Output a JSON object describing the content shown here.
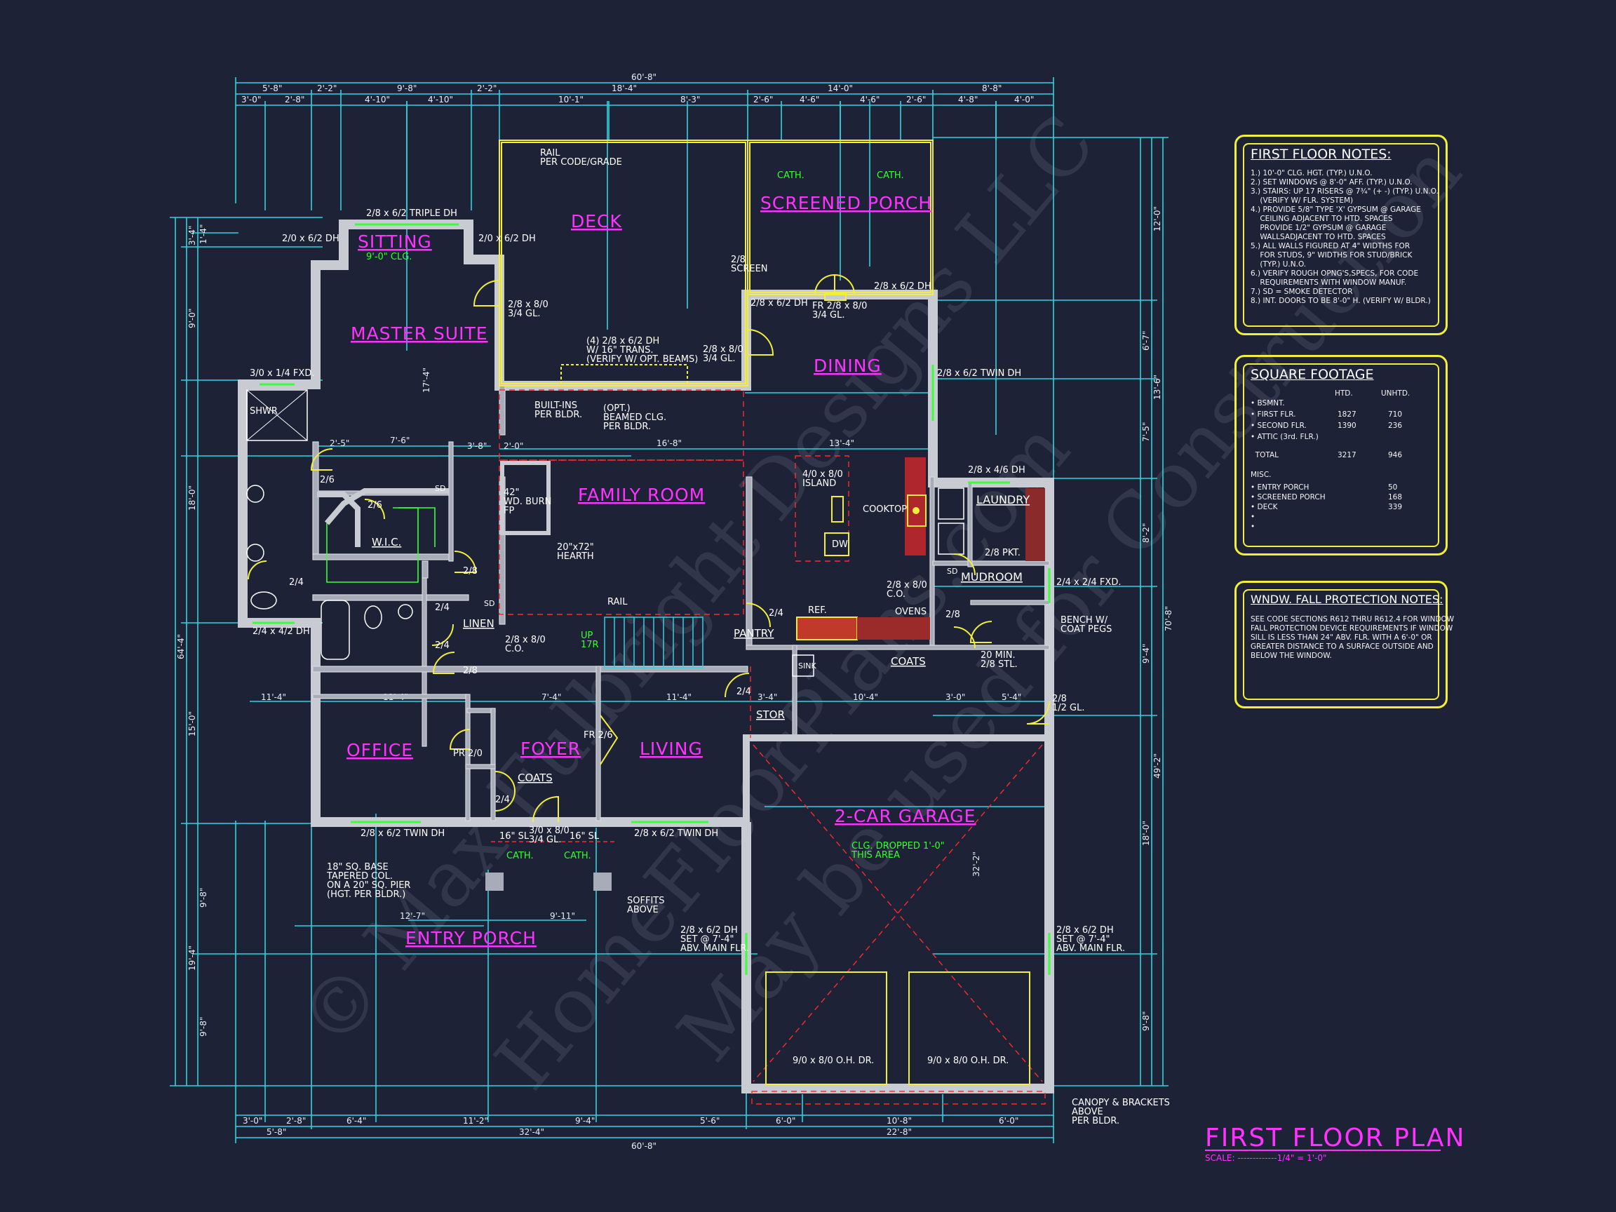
{
  "plan": {
    "title": "FIRST FLOOR PLAN",
    "scale": "SCALE: -------------1/4\" = 1'-0\""
  },
  "rooms": {
    "sitting": "SITTING",
    "deck": "DECK",
    "screened_porch": "SCREENED PORCH",
    "master_suite": "MASTER SUITE",
    "dining": "DINING",
    "family_room": "FAMILY ROOM",
    "laundry": "LAUNDRY",
    "mudroom": "MUDROOM",
    "wic": "W.I.C.",
    "linen": "LINEN",
    "pantry": "PANTRY",
    "stor": "STOR",
    "office": "OFFICE",
    "foyer": "FOYER",
    "living": "LIVING",
    "garage": "2-CAR GARAGE",
    "entry_porch": "ENTRY PORCH"
  },
  "labels": {
    "clg_sitting": "9'-0\" CLG.",
    "triple_dh": "2/8 x 6/2 TRIPLE DH",
    "dh_left": "2/0 x 6/2 DH",
    "dh_right": "2/0 x 6/2 DH",
    "rail_grade": "RAIL\nPER CODE/GRADE",
    "cath1": "CATH.",
    "cath2": "CATH.",
    "screen": "2/8\nSCREEN",
    "porch_dh_l": "2/8 x 6/2 DH",
    "porch_dh_r": "2/8 x 6/2 DH",
    "fr_door": "FR 2/8 x 8/0\n3/4 GL.",
    "deck_door": "2/8 x 8/0\n3/4 GL.",
    "trans": "(4) 2/8 x 6/2 DH\nW/ 16\" TRANS.\n(VERIFY W/ OPT. BEAMS)",
    "door_34": "2/8 x 8/0\n3/4 GL.",
    "twin_dh_e": "2/8 x 6/2 TWIN DH",
    "fxd": "3/0 x 1/4 FXD.",
    "shwr": "SHWR",
    "builtins": "BUILT-INS\nPER BLDR.",
    "beamed": "(OPT.)\nBEAMED CLG.\nPER BLDR.",
    "wd_burn": "42\"\nWD. BURN\nFP",
    "hearth": "20\"x72\"\nHEARTH",
    "island": "4/0 x 8/0\nISLAND",
    "cooktop": "COOKTOP",
    "dw": "DW",
    "laundry_dh": "2/8 x 4/6 DH",
    "pkt": "2/8 PKT.",
    "fxd2": "2/4 x 2/4 FXD.",
    "bench": "BENCH W/\nCOAT PEGS",
    "co1": "2/8 x 8/0\nC.O.",
    "co2": "2/8 x 8/0\nC.O.",
    "ref": "REF.",
    "ovens": "OVENS",
    "sink": "SINK",
    "coats": "COATS",
    "stl": "20 MIN.\n2/8 STL.",
    "gl": "2/8\n1/2 GL.",
    "rail": "RAIL",
    "up": "UP\n17R",
    "bath_dh": "2/4 x 4/2 DH",
    "d_26": "2/6",
    "d_24": "2/4",
    "d_28": "2/8",
    "sd": "SD",
    "fr26": "FR 2/6",
    "pr20": "PR 2/0",
    "coats2": "COATS",
    "office_dh": "2/8 x 6/2 TWIN DH",
    "living_dh": "2/8 x 6/2 TWIN DH",
    "front_door": "3/0 x 8/0\n3/4 GL.",
    "sl_l": "16\" SL",
    "sl_r": "16\" SL",
    "col": "18\" SQ. BASE\nTAPERED COL.\nON A 20\" SQ. PIER\n(HGT. PER BLDR.)",
    "soffits": "SOFFITS\nABOVE",
    "clg_drop": "CLG. DROPPED 1'-0\"\nTHIS AREA",
    "gar_dh_l": "2/8 x 6/2 DH\nSET @ 7'-4\"\nABV. MAIN FLR.",
    "gar_dh_r": "2/8 x 6/2 DH\nSET @ 7'-4\"\nABV. MAIN FLR.",
    "ohdr1": "9/0 x 8/0 O.H. DR.",
    "ohdr2": "9/0 x 8/0 O.H. DR.",
    "canopy": "CANOPY & BRACKETS\nABOVE\nPER BLDR."
  },
  "dims_top": {
    "total": "60'-8\"",
    "r1": [
      "5'-8\"",
      "2'-2\"",
      "9'-8\"",
      "2'-2\"",
      "18'-4\"",
      "14'-0\"",
      "8'-8\""
    ],
    "r2": [
      "3'-0\"",
      "2'-8\"",
      "4'-10\"",
      "4'-10\"",
      "10'-1\"",
      "8'-3\"",
      "2'-6\"",
      "4'-6\"",
      "4'-6\"",
      "2'-6\"",
      "4'-8\"",
      "4'-0\""
    ]
  },
  "dims_bottom": {
    "total": "60'-8\"",
    "r1": [
      "5'-8\"",
      "32'-4\"",
      "22'-8\""
    ],
    "r2": [
      "3'-0\"",
      "2'-8\"",
      "6'-4\"",
      "11'-2\"",
      "9'-4\"",
      "5'-6\"",
      "6'-0\"",
      "10'-8\"",
      "6'-0\""
    ]
  },
  "dims_left": {
    "total": "64'-4\"",
    "r1": [
      "3'-4\"",
      "9'-0\"",
      "18'-0\"",
      "15'-0\"",
      "19'-4\""
    ],
    "r2": [
      "1'-4\"",
      "9'-8\"",
      "9'-8\""
    ]
  },
  "dims_right": {
    "total": "70'-8\"",
    "r1": [
      "12'-0\"",
      "13'-6\"",
      "49'-2\""
    ],
    "r2": [
      "6'-7\"",
      "7'-5\"",
      "8'-2\"",
      "9'-4\"",
      "18'-0\"",
      "9'-8\""
    ]
  },
  "interior_dims": [
    "16'-8\"",
    "13'-4\"",
    "7'-6\"",
    "3'-8\"",
    "2'-5\"",
    "2'-0\"",
    "11'-4\"",
    "7'-4\"",
    "11'-4\"",
    "3'-4\"",
    "10'-4\"",
    "3'-0\"",
    "5'-4\"",
    "12'-7\"",
    "9'-11\"",
    "11'-4\"",
    "17'-4\"",
    "32'-2\""
  ],
  "notes": {
    "header": "FIRST FLOOR NOTES:",
    "lines": [
      "1.) 10'-0\" CLG. HGT. (TYP.) U.N.O.",
      "2.) SET WINDOWS @ 8'-0\" AFF. (TYP.) U.N.O.",
      "3.) STAIRS: UP 17 RISERS @ 7¾\" (+ -) (TYP.) U.N.O.",
      "    (VERIFY W/ FLR. SYSTEM)",
      "4.) PROVIDE 5/8\" TYPE 'X' GYPSUM @ GARAGE",
      "    CEILING ADJACENT TO HTD. SPACES",
      "    PROVIDE 1/2\" GYPSUM @ GARAGE",
      "    WALLSADJACENT TO HTD. SPACES",
      "5.) ALL WALLS FIGURED AT 4\" WIDTHS FOR",
      "    FOR STUDS, 9\" WIDTHS FOR STUD/BRICK",
      "    (TYP.) U.N.O.",
      "6.) VERIFY ROUGH OPNG'S,SPECS, FOR CODE",
      "    REQUIREMENTS WITH WINDOW MANUF.",
      "7.) SD = SMOKE DETECTOR",
      "8.) INT. DOORS TO BE 8'-0\" H. (VERIFY W/ BLDR.)"
    ]
  },
  "sqft": {
    "header": "SQUARE FOOTAGE",
    "col_htd": "HTD.",
    "col_unhtd": "UNHTD.",
    "rows": [
      {
        "label": "• BSMNT.",
        "htd": "",
        "unhtd": ""
      },
      {
        "label": "• FIRST FLR.",
        "htd": "1827",
        "unhtd": "710"
      },
      {
        "label": "• SECOND FLR.",
        "htd": "1390",
        "unhtd": "236"
      },
      {
        "label": "• ATTIC (3rd. FLR.)",
        "htd": "",
        "unhtd": ""
      },
      {
        "label": "  TOTAL",
        "htd": "3217",
        "unhtd": "946"
      }
    ],
    "misc_header": "MISC.",
    "misc": [
      {
        "label": "• ENTRY PORCH",
        "val": "50"
      },
      {
        "label": "• SCREENED PORCH",
        "val": "168"
      },
      {
        "label": "• DECK",
        "val": "339"
      },
      {
        "label": "•",
        "val": ""
      },
      {
        "label": "•",
        "val": ""
      }
    ]
  },
  "fall": {
    "header": "WNDW. FALL PROTECTION NOTES:",
    "lines": [
      "SEE CODE SECTIONS R612 THRU R612.4 FOR WINDOW",
      "FALL PROTECTION DEVICE REQUIREMENTS IF WINDOW",
      "SILL IS LESS THAN 24\" ABV. FLR. WITH A 6'-0\" OR",
      "GREATER DISTANCE TO A SURFACE OUTSIDE AND",
      "BELOW THE WINDOW."
    ]
  },
  "watermark": {
    "line1": "© Max Fulbright Designs LLC",
    "line2": "HomeFloorPlans.com",
    "line3": "May be used for Construction"
  },
  "colors": {
    "background": "#1e2236",
    "dimension": "#2fd3e0",
    "room_label": "#ff33ff",
    "notes_border": "#f2ee3a",
    "wall": "#a8acb8"
  }
}
